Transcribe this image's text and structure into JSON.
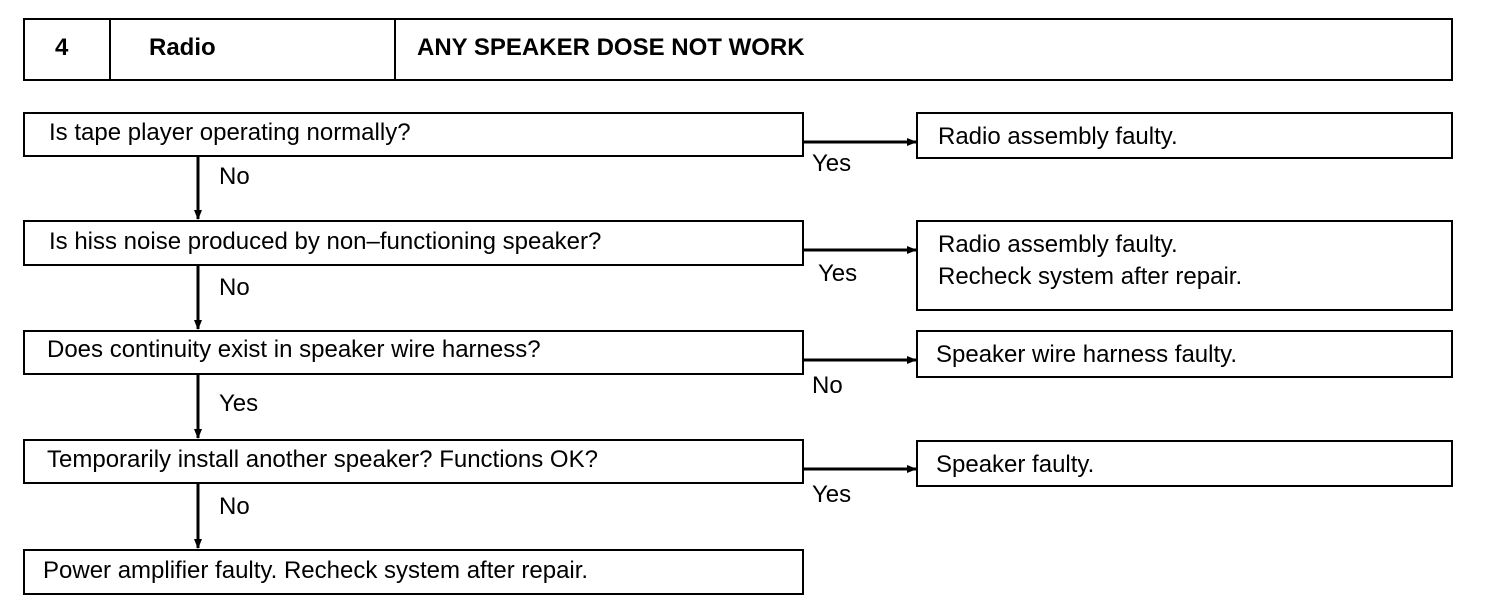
{
  "header": {
    "number": "4",
    "system": "Radio",
    "symptom": "ANY SPEAKER DOSE NOT WORK"
  },
  "steps": [
    {
      "question": "Is tape player operating normally?",
      "branch_label": "Yes",
      "result": [
        "Radio assembly faulty."
      ],
      "down_label": "No"
    },
    {
      "question": "Is hiss noise produced by non–functioning speaker?",
      "branch_label": "Yes",
      "result": [
        "Radio assembly faulty.",
        "Recheck system after repair."
      ],
      "down_label": "No"
    },
    {
      "question": "Does continuity exist in speaker wire harness?",
      "branch_label": "No",
      "result": [
        "Speaker wire harness faulty."
      ],
      "down_label": "Yes"
    },
    {
      "question": "Temporarily install another speaker? Functions OK?",
      "branch_label": "Yes",
      "result": [
        "Speaker faulty."
      ],
      "down_label": "No"
    }
  ],
  "final": "Power amplifier faulty. Recheck system after repair."
}
